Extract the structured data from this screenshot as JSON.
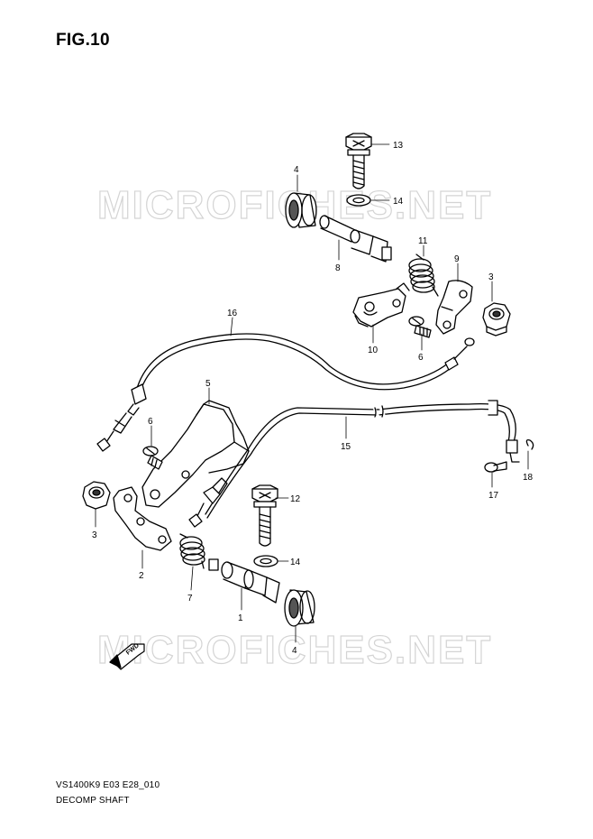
{
  "figure": {
    "title": "FIG.10",
    "model_code": "VS1400K9 E03 E28_010",
    "diagram_name": "DECOMP SHAFT"
  },
  "watermark": {
    "text": "MICROFICHES.NET"
  },
  "direction_arrow": {
    "text": "FWD"
  },
  "colors": {
    "line": "#000000",
    "watermark_outline": "#d4d4d4",
    "background": "#ffffff"
  },
  "callouts": [
    {
      "id": "c13",
      "label": "13"
    },
    {
      "id": "c14a",
      "label": "14"
    },
    {
      "id": "c4a",
      "label": "4"
    },
    {
      "id": "c8",
      "label": "8"
    },
    {
      "id": "c11",
      "label": "11"
    },
    {
      "id": "c9",
      "label": "9"
    },
    {
      "id": "c3a",
      "label": "3"
    },
    {
      "id": "c10",
      "label": "10"
    },
    {
      "id": "c6a",
      "label": "6"
    },
    {
      "id": "c16",
      "label": "16"
    },
    {
      "id": "c5",
      "label": "5"
    },
    {
      "id": "c6b",
      "label": "6"
    },
    {
      "id": "c15",
      "label": "15"
    },
    {
      "id": "c17",
      "label": "17"
    },
    {
      "id": "c18",
      "label": "18"
    },
    {
      "id": "c12",
      "label": "12"
    },
    {
      "id": "c14b",
      "label": "14"
    },
    {
      "id": "c3b",
      "label": "3"
    },
    {
      "id": "c2",
      "label": "2"
    },
    {
      "id": "c7",
      "label": "7"
    },
    {
      "id": "c1",
      "label": "1"
    },
    {
      "id": "c4b",
      "label": "4"
    }
  ]
}
